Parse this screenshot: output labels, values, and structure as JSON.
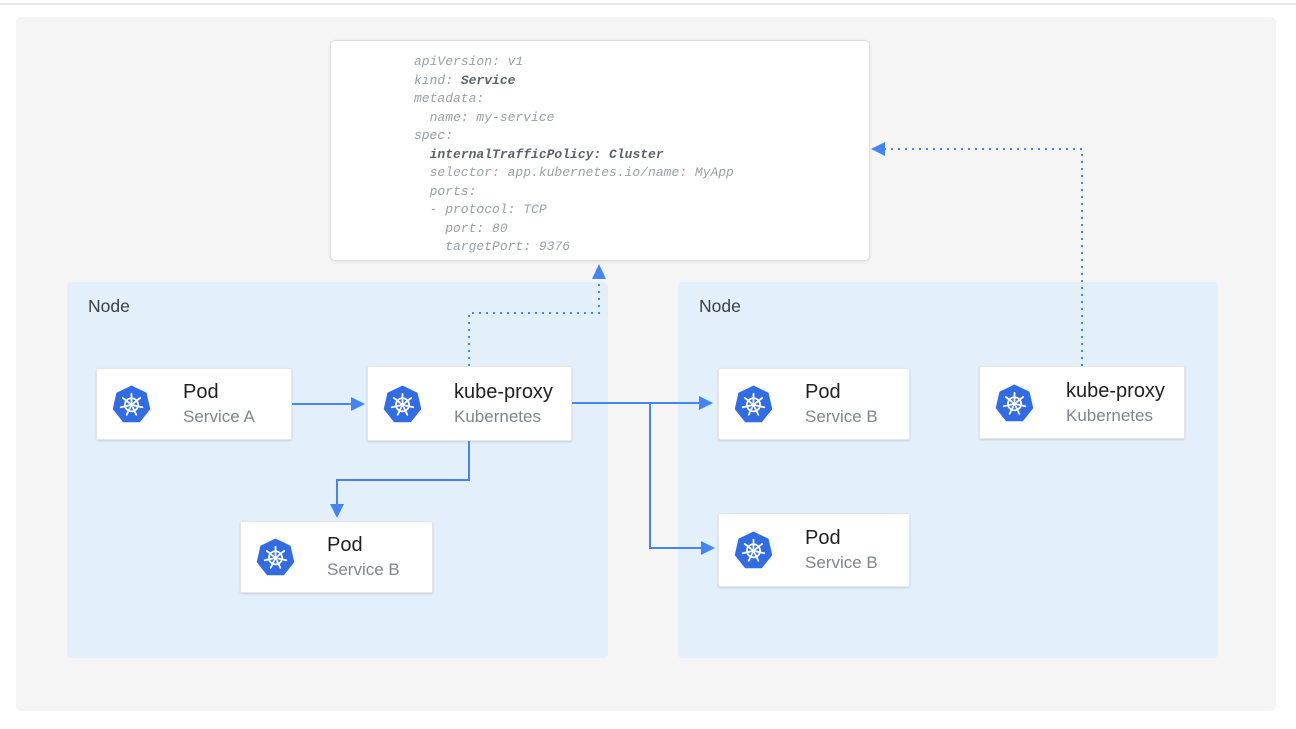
{
  "colors": {
    "arrow_blue": "#4285F4",
    "k8s_blue": "#326CE5",
    "node_fill": "#E3F0FC",
    "panel_bg": "#F5F5F6",
    "card_bg": "#FFFFFF",
    "card_title": "#212124",
    "card_subtitle": "#80868B",
    "yaml_text": "#9AA0A6",
    "yaml_bold": "#5F6368"
  },
  "yaml": {
    "l1": "apiVersion: v1",
    "l2_plain": "kind: ",
    "l2_bold": "Service",
    "l3": "metadata:",
    "l4": "  name: my-service",
    "l5": "spec:",
    "l6_indent": "  ",
    "l6_bold": "internalTrafficPolicy: Cluster",
    "l7": "  selector: app.kubernetes.io/name: MyApp",
    "l8": "  ports:",
    "l9": "  - protocol: TCP",
    "l10": "    port: 80",
    "l11": "    targetPort: 9376"
  },
  "node_left": {
    "label": "Node"
  },
  "node_right": {
    "label": "Node"
  },
  "cards": {
    "pod_a": {
      "title": "Pod",
      "subtitle": "Service A",
      "icon": "kubernetes-logo"
    },
    "kube_proxy_left": {
      "title": "kube-proxy",
      "subtitle": "Kubernetes",
      "icon": "kubernetes-logo"
    },
    "pod_b_left": {
      "title": "Pod",
      "subtitle": "Service B",
      "icon": "kubernetes-logo"
    },
    "pod_b_right_top": {
      "title": "Pod",
      "subtitle": "Service B",
      "icon": "kubernetes-logo"
    },
    "pod_b_right_bottom": {
      "title": "Pod",
      "subtitle": "Service B",
      "icon": "kubernetes-logo"
    },
    "kube_proxy_right": {
      "title": "kube-proxy",
      "subtitle": "Kubernetes",
      "icon": "kubernetes-logo"
    }
  }
}
